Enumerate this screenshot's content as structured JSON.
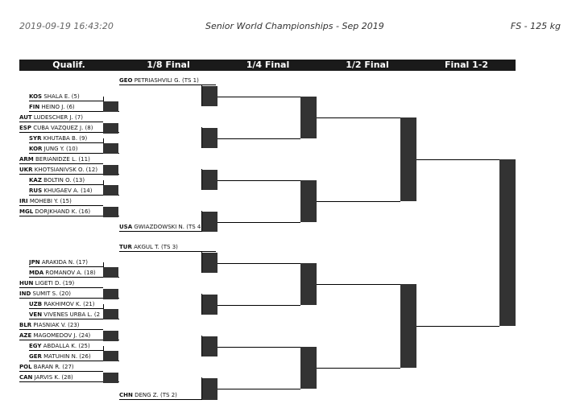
{
  "header": {
    "date": "2019-09-19 16:43:20",
    "title": "Senior World Championships - Sep 2019",
    "category": "FS - 125 kg"
  },
  "columns": [
    "Qualif.",
    "1/8 Final",
    "1/4 Final",
    "1/2 Final",
    "Final 1-2"
  ],
  "qualification": [
    {
      "country": "KOS",
      "name": "SHALA E. (5)"
    },
    {
      "country": "FIN",
      "name": "HEINO J. (6)"
    },
    {
      "country": "AUT",
      "name": "LUDESCHER J. (7)"
    },
    {
      "country": "ESP",
      "name": "CUBA VAZQUEZ J. (8)"
    },
    {
      "country": "SYR",
      "name": "KHUTABA B. (9)"
    },
    {
      "country": "KOR",
      "name": "JUNG Y. (10)"
    },
    {
      "country": "ARM",
      "name": "BERIANIDZE L. (11)"
    },
    {
      "country": "UKR",
      "name": "KHOTSIANIVSK O. (12)"
    },
    {
      "country": "KAZ",
      "name": "BOLTIN O. (13)"
    },
    {
      "country": "RUS",
      "name": "KHUGAEV A. (14)"
    },
    {
      "country": "IRI",
      "name": "MOHEBI Y. (15)"
    },
    {
      "country": "MGL",
      "name": "DORJKHAND K. (16)"
    },
    {
      "country": "JPN",
      "name": "ARAKIDA N. (17)"
    },
    {
      "country": "MDA",
      "name": "ROMANOV A. (18)"
    },
    {
      "country": "HUN",
      "name": "LIGETI D. (19)"
    },
    {
      "country": "IND",
      "name": "SUMIT S. (20)"
    },
    {
      "country": "UZB",
      "name": "RAKHIMOV K. (21)"
    },
    {
      "country": "VEN",
      "name": "VIVENES URBA L. (2"
    },
    {
      "country": "BLR",
      "name": "PIASNIAK V. (23)"
    },
    {
      "country": "AZE",
      "name": "MAGOMEDOV J. (24)"
    },
    {
      "country": "EGY",
      "name": "ABDALLA K. (25)"
    },
    {
      "country": "GER",
      "name": "MATUHIN N. (26)"
    },
    {
      "country": "POL",
      "name": "BARAN R. (27)"
    },
    {
      "country": "CAN",
      "name": "JARVIS K. (28)"
    }
  ],
  "seeds": [
    {
      "country": "GEO",
      "name": "PETRIASHVILI G. (TS 1)"
    },
    {
      "country": "USA",
      "name": "GWIAZDOWSKI N. (TS 4"
    },
    {
      "country": "TUR",
      "name": "AKGUL T. (TS 3)"
    },
    {
      "country": "CHN",
      "name": "DENG Z. (TS 2)"
    }
  ]
}
